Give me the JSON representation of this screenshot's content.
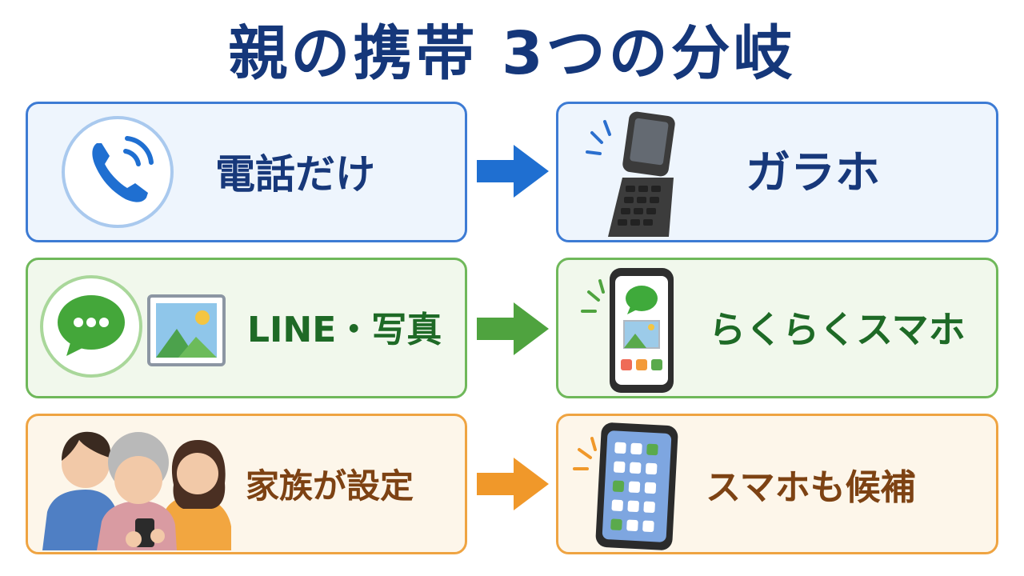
{
  "title": "親の携帯 3つの分岐",
  "rows": [
    {
      "condition": "電話だけ",
      "result": "ガラホ",
      "color": "#3d7bd4",
      "icons": [
        "phone-call-icon",
        "flip-phone-icon"
      ]
    },
    {
      "condition": "LINE・写真",
      "result": "らくらくスマホ",
      "color": "#6fb85a",
      "icons": [
        "chat-bubble-icon",
        "photo-icon",
        "simple-smartphone-icon"
      ]
    },
    {
      "condition": "家族が設定",
      "result": "スマホも候補",
      "color": "#efa442",
      "icons": [
        "family-illustration",
        "smartphone-icon"
      ]
    }
  ]
}
